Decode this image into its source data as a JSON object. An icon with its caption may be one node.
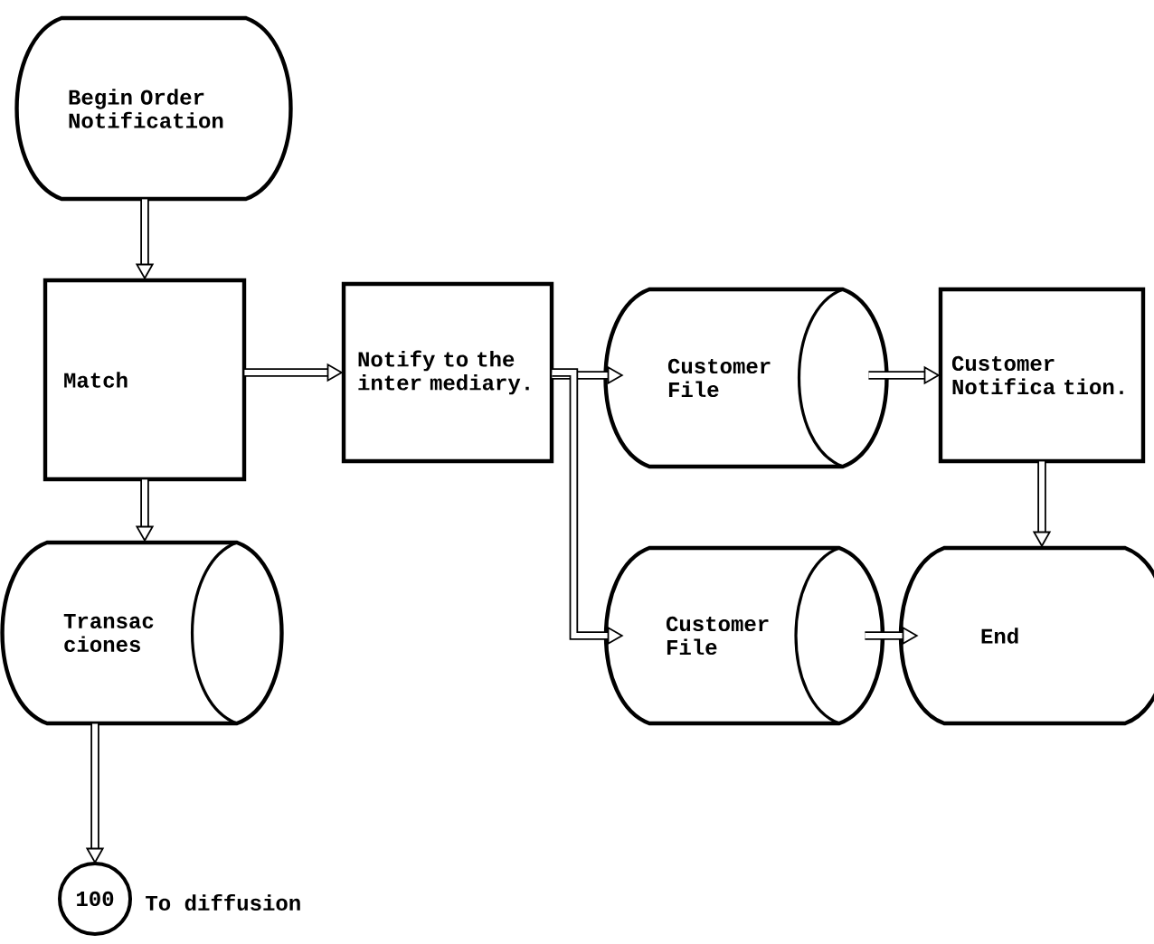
{
  "diagram": {
    "nodes": [
      {
        "text": [
          "Begin Order Notification"
        ]
      },
      {
        "text": [
          "Match"
        ]
      },
      {
        "text": [
          "Notify to the inter mediary."
        ]
      },
      {
        "text": [
          "Customer File"
        ]
      },
      {
        "text": [
          "Customer Notifica tion."
        ]
      },
      {
        "text": [
          "Customer File"
        ]
      },
      {
        "text": [
          "End"
        ]
      },
      {
        "text": [
          "Transac ciones"
        ]
      },
      {
        "text": [
          "100"
        ],
        "beside": [
          "To diffusion"
        ]
      }
    ],
    "edges": [
      {
        "from": 0,
        "to": 1,
        "arrow": "to"
      },
      {
        "from": 1,
        "to": 2,
        "arrow": "to"
      },
      {
        "from": 2,
        "to": 3,
        "arrow": "to"
      },
      {
        "from": 2,
        "to": 5,
        "arrow": "to"
      },
      {
        "from": 3,
        "to": 4,
        "arrow": "to"
      },
      {
        "from": 4,
        "to": 6,
        "arrow": "to"
      },
      {
        "from": 5,
        "to": 6,
        "arrow": "to"
      },
      {
        "from": 1,
        "to": 7,
        "arrow": "to"
      },
      {
        "from": 7,
        "to": 8,
        "arrow": "to"
      }
    ]
  }
}
